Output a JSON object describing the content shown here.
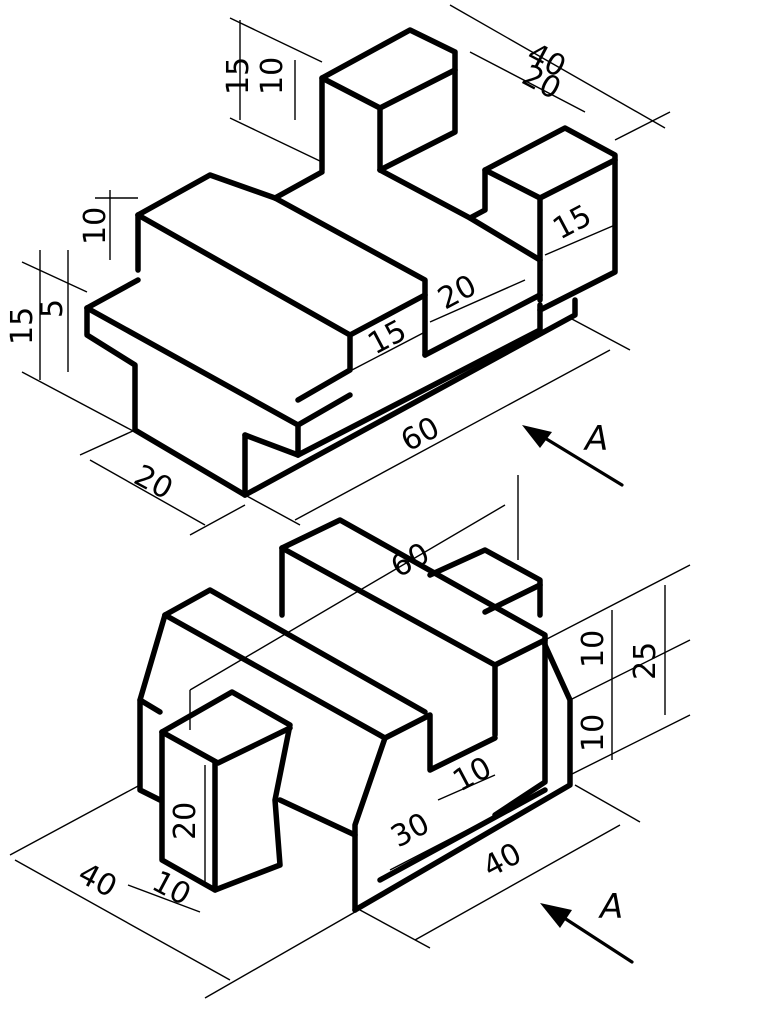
{
  "figures": [
    {
      "dimensions": {
        "d15_left_top": "15",
        "d10_left_top": "10",
        "d40_top": "40",
        "d20_top": "20",
        "d10_mid": "10",
        "d15_right": "15",
        "d20_center": "20",
        "d15_step": "15",
        "d15_left_low": "15",
        "d5_left_low": "5",
        "d60_bottom": "60",
        "d20_bottom": "20"
      },
      "view_label": "A"
    },
    {
      "dimensions": {
        "d60_top": "60",
        "d10_right": "10",
        "d25_right": "25",
        "d10_right_low": "10",
        "d10_center": "10",
        "d30_center": "30",
        "d20_left": "20",
        "d40_left": "40",
        "d10_left": "10",
        "d40_bottom": "40"
      },
      "view_label": "A"
    }
  ]
}
